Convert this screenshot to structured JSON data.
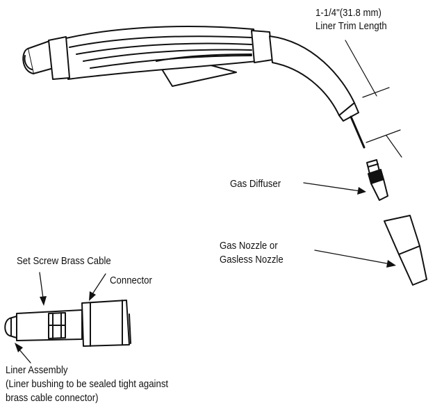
{
  "labels": {
    "trim_length": "1-1/4\"(31.8 mm)",
    "trim_length_caption": "Liner Trim Length",
    "gas_diffuser": "Gas Diffuser",
    "gas_nozzle_line1": "Gas Nozzle or",
    "gas_nozzle_line2": "Gasless Nozzle",
    "set_screw": "Set Screw Brass Cable",
    "connector": "Connector",
    "liner_assembly": "Liner Assembly",
    "liner_note_line1": "(Liner bushing to be sealed tight against",
    "liner_note_line2": "brass cable connector)"
  },
  "colors": {
    "ink": "#111111",
    "fill": "#ffffff"
  }
}
